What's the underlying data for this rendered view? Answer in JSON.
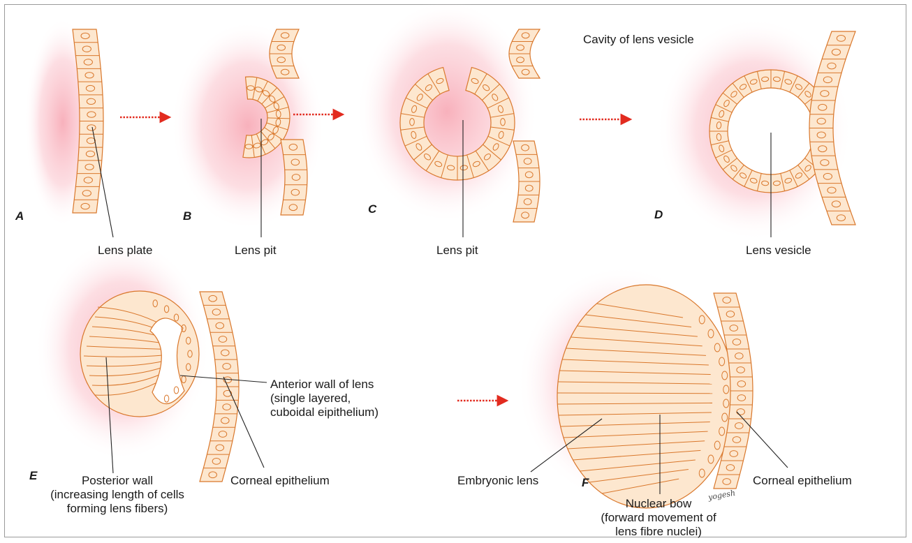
{
  "colors": {
    "cell_fill": "#fde7cf",
    "cell_stroke": "#d9772b",
    "glow": "#f7a9b4",
    "arrow": "#e22b1f",
    "leader": "#222222"
  },
  "stages": [
    {
      "letter": "A",
      "label": "Lens plate"
    },
    {
      "letter": "B",
      "label": "Lens pit"
    },
    {
      "letter": "C",
      "label": "Lens pit"
    },
    {
      "letter": "D",
      "label": "Lens vesicle"
    },
    {
      "letter": "E"
    },
    {
      "letter": "F"
    }
  ],
  "labels": {
    "cavity": "Cavity of lens vesicle",
    "anterior_wall": [
      "Anterior wall of lens",
      "(single layered,",
      "cuboidal eipithelium)"
    ],
    "posterior_wall": [
      "Posterior wall",
      "(increasing length of cells",
      "forming lens fibers)"
    ],
    "corneal_e": "Corneal epithelium",
    "embryonic_lens": "Embryonic lens",
    "nuclear_bow": [
      "Nuclear bow",
      "(forward movement of",
      "lens fibre nuclei)"
    ],
    "corneal_f": "Corneal epithelium"
  },
  "signature": "yogesh"
}
